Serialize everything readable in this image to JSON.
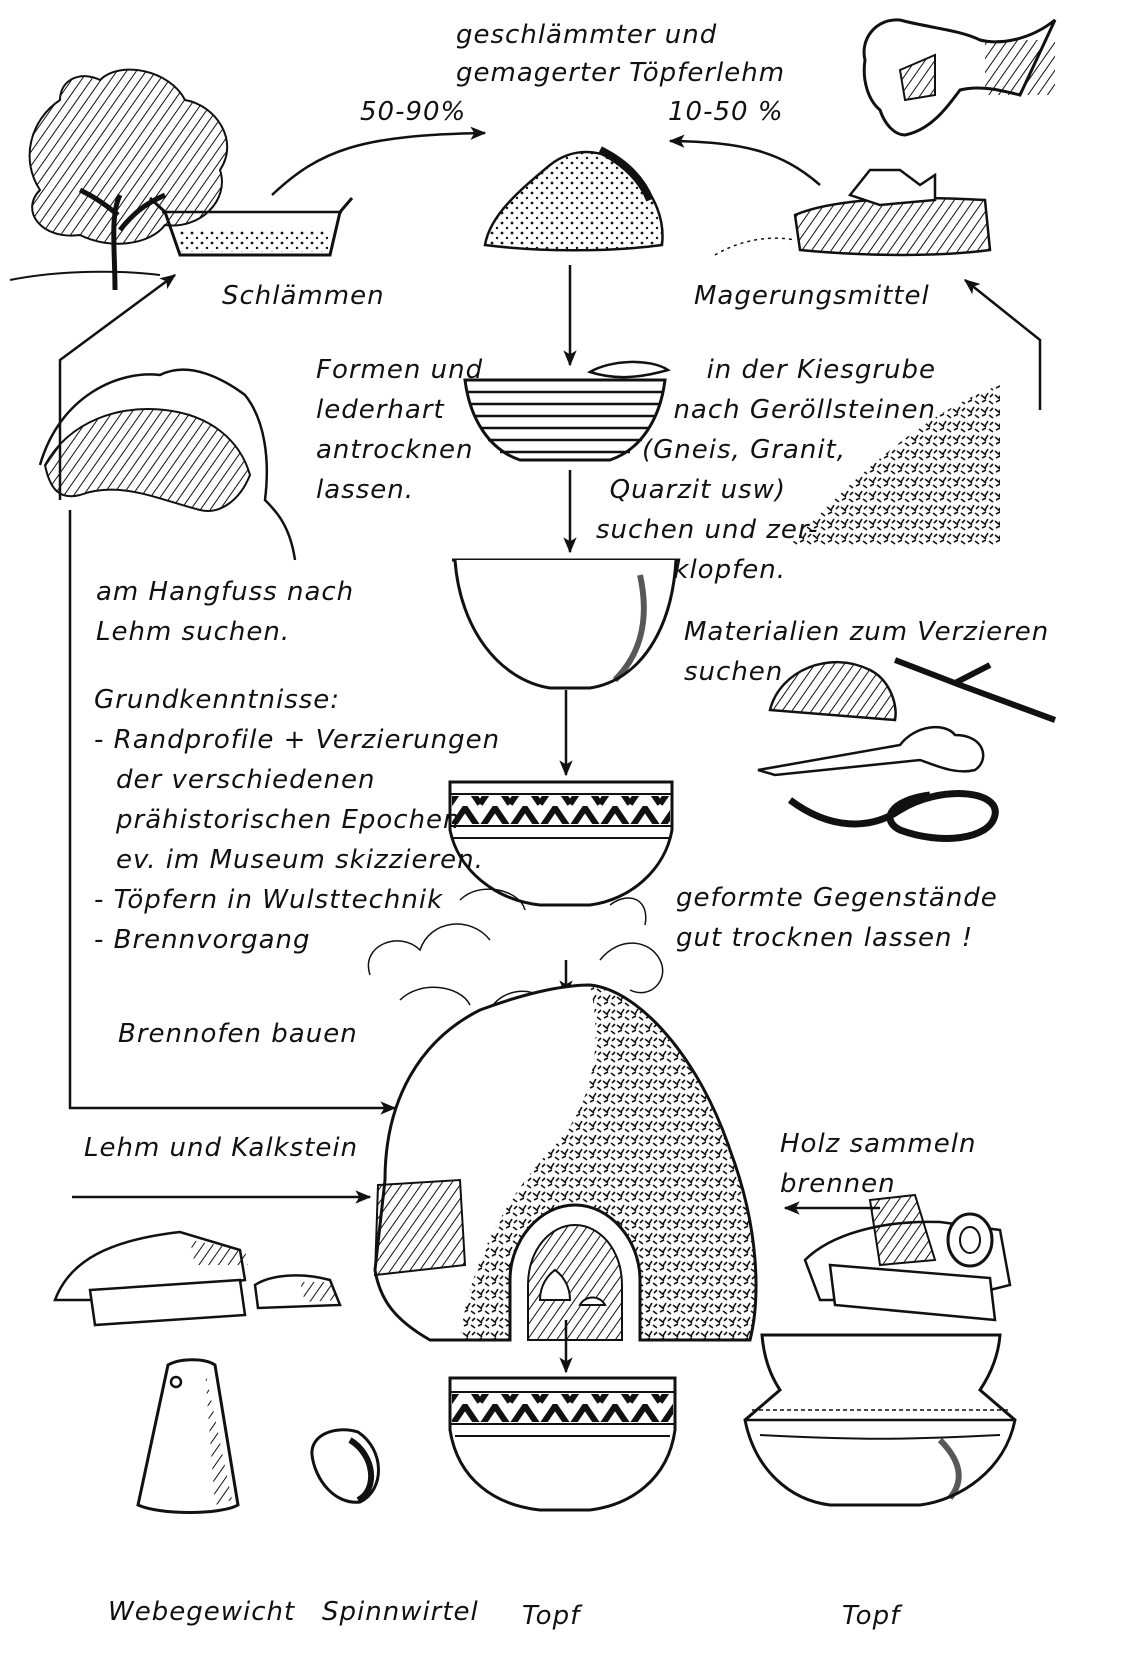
{
  "labels": {
    "clay_title": [
      "geschlämmter und",
      "gemagerter Töpferlehm"
    ],
    "pct_left": "50-90%",
    "pct_right": "10-50 %",
    "schlaemmen": "Schlämmen",
    "magerungsmittel": "Magerungsmittel",
    "formen": [
      "Formen und",
      "lederhart",
      "antrocknen",
      "lassen."
    ],
    "kiesgrube": [
      "in der Kiesgrube",
      "nach Geröllsteinen",
      "(Gneis, Granit,",
      "Quarzit usw)",
      "suchen und zer-",
      "klopfen."
    ],
    "hangfuss": [
      "am Hangfuss nach",
      "Lehm suchen."
    ],
    "materialien": [
      "Materialien zum Verzieren",
      "suchen"
    ],
    "grundkenntnisse": [
      "Grundkenntnisse:",
      "- Randprofile + Verzierungen",
      "der verschiedenen",
      "prähistorischen Epochen",
      "ev. im Museum skizzieren.",
      "- Töpfern in Wulsttechnik",
      "- Brennvorgang"
    ],
    "geformte": [
      "geformte Gegenstände",
      "gut trocknen lassen !"
    ],
    "brennofen": "Brennofen bauen",
    "lehm_kalk": "Lehm und Kalkstein",
    "holz": [
      "Holz sammeln",
      "brennen"
    ],
    "webegewicht": "Webegewicht",
    "spinnwirtel": "Spinnwirtel",
    "topf1": "Topf",
    "topf2": "Topf"
  },
  "icons": [
    "tree-icon",
    "sieve-tub-icon",
    "clay-heap-icon",
    "hand-icon",
    "stones-icon",
    "coiled-bowl-icon",
    "gravel-heap-icon",
    "rock-overhang-icon",
    "plain-bowl-icon",
    "shell-icon",
    "twig-icon",
    "bone-icon",
    "rope-icon",
    "decorated-bowl-icon",
    "smoke-icon",
    "kiln-icon",
    "limestone-icon",
    "firewood-icon",
    "loom-weight-icon",
    "spindle-whorl-icon",
    "decorated-pot-icon",
    "carinated-pot-icon"
  ]
}
